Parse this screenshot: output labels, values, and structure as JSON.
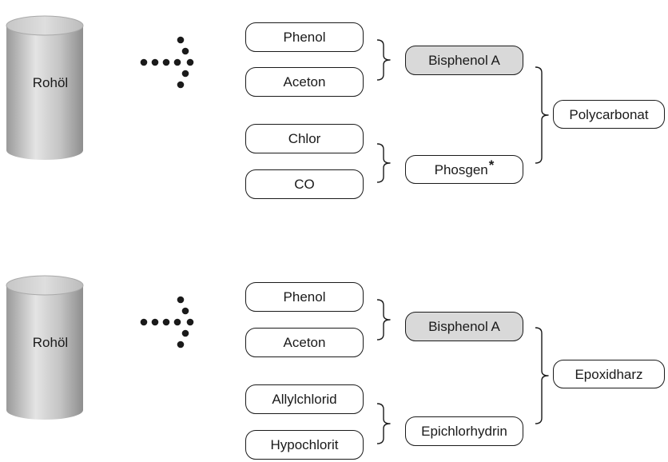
{
  "chains": [
    {
      "source": {
        "label": "Rohöl",
        "icon": "cylinder-icon"
      },
      "arrow_icon": "dotted-arrow-icon",
      "inputs": [
        "Phenol",
        "Aceton",
        "Chlor",
        "CO"
      ],
      "intermediates": [
        {
          "label": "Bisphenol A",
          "highlighted": true
        },
        {
          "label": "Phosgen",
          "marker": "*",
          "highlighted": false
        }
      ],
      "product": "Polycarbonat"
    },
    {
      "source": {
        "label": "Rohöl",
        "icon": "cylinder-icon"
      },
      "arrow_icon": "dotted-arrow-icon",
      "inputs": [
        "Phenol",
        "Aceton",
        "Allylchlorid",
        "Hypochlorit"
      ],
      "intermediates": [
        {
          "label": "Bisphenol A",
          "highlighted": true
        },
        {
          "label": "Epichlorhydrin",
          "highlighted": false
        }
      ],
      "product": "Epoxidharz"
    }
  ],
  "colors": {
    "outline": "#1a1a1a",
    "highlight_fill": "#d9d9d9",
    "cylinder_light": "#e4e4e4",
    "cylinder_mid": "#c4c4c4",
    "cylinder_dark": "#8e8e8e"
  }
}
